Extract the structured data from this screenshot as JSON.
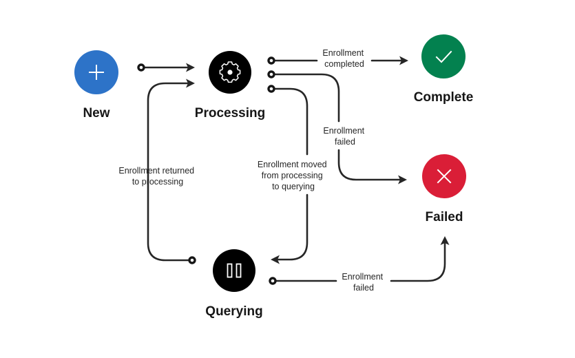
{
  "diagram": {
    "type": "state-machine",
    "colors": {
      "new": "#2d73c8",
      "processing": "#000000",
      "complete": "#03814f",
      "failed": "#da1e37",
      "querying": "#000000",
      "line": "#262626",
      "text": "#161616"
    },
    "states": {
      "new": {
        "label": "New",
        "icon": "plus-icon"
      },
      "processing": {
        "label": "Processing",
        "icon": "gear-icon"
      },
      "complete": {
        "label": "Complete",
        "icon": "checkmark-icon"
      },
      "failed": {
        "label": "Failed",
        "icon": "close-icon"
      },
      "querying": {
        "label": "Querying",
        "icon": "pause-icon"
      }
    },
    "transitions": {
      "new_to_processing": {
        "from": "New",
        "to": "Processing",
        "label": []
      },
      "processing_to_complete": {
        "from": "Processing",
        "to": "Complete",
        "label": [
          "Enrollment",
          "completed"
        ]
      },
      "processing_to_failed": {
        "from": "Processing",
        "to": "Failed",
        "label": [
          "Enrollment",
          "failed"
        ]
      },
      "processing_to_querying": {
        "from": "Processing",
        "to": "Querying",
        "label": [
          "Enrollment moved",
          "from processing",
          "to querying"
        ]
      },
      "querying_to_processing": {
        "from": "Querying",
        "to": "Processing",
        "label": [
          "Enrollment returned",
          "to processing"
        ]
      },
      "querying_to_failed": {
        "from": "Querying",
        "to": "Failed",
        "label": [
          "Enrollment",
          "failed"
        ]
      }
    }
  }
}
